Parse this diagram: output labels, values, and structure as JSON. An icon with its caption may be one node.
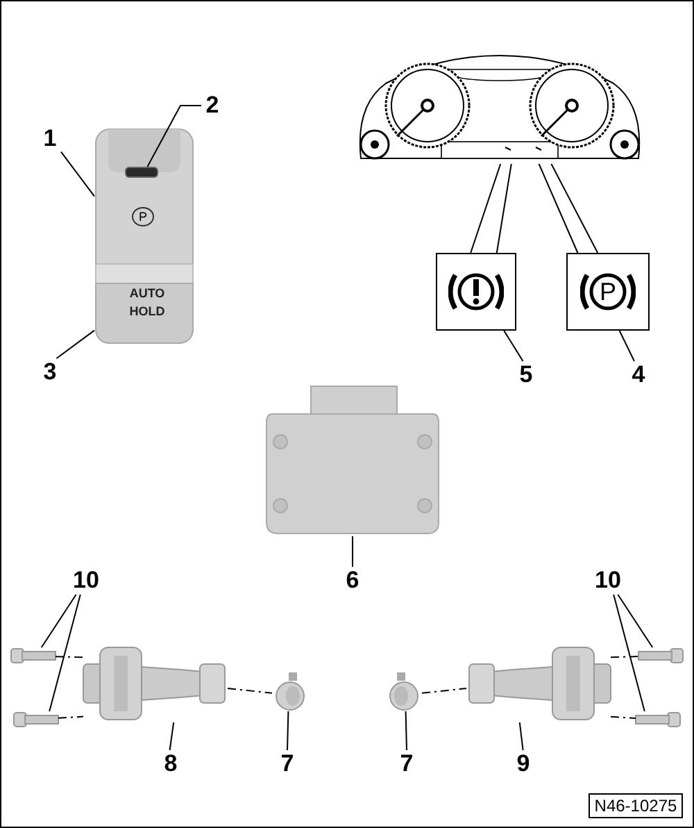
{
  "diagram": {
    "nodes": [
      {
        "text": [
          "1"
        ]
      },
      {
        "text": [
          "2"
        ]
      },
      {
        "text": [
          "3"
        ]
      },
      {
        "text": [],
        "shape": "picture"
      },
      {
        "text": [],
        "shape": "bar",
        "in": 3
      },
      {
        "text": [],
        "shape": "picture"
      },
      {
        "text": [],
        "shape": "box"
      },
      {
        "text": [
          "P"
        ]
      },
      {
        "text": [
          "5"
        ]
      },
      {
        "text": [
          "4"
        ]
      },
      {
        "text": [],
        "shape": "picture"
      },
      {
        "text": [
          "6"
        ]
      },
      {
        "text": [
          "10"
        ]
      },
      {
        "text": [],
        "shape": "picture"
      },
      {
        "text": [],
        "shape": "picture"
      },
      {
        "text": [],
        "shape": "picture"
      },
      {
        "text": [
          "8"
        ]
      },
      {
        "text": [],
        "shape": "picture"
      },
      {
        "text": [
          "7"
        ]
      },
      {
        "text": [
          "7"
        ]
      },
      {
        "text": [],
        "shape": "picture"
      },
      {
        "text": [],
        "shape": "picture"
      },
      {
        "text": [
          "9"
        ]
      },
      {
        "text": [
          "10"
        ]
      },
      {
        "text": [],
        "shape": "picture"
      },
      {
        "text": [],
        "shape": "picture"
      }
    ],
    "edges": [
      {
        "from": 0,
        "to": 3,
        "arrow": "none"
      },
      {
        "from": 1,
        "to": 4,
        "arrow": "none"
      },
      {
        "from": 2,
        "to": 3,
        "arrow": "none"
      },
      {
        "from": 5,
        "to": 6,
        "arrow": "none"
      },
      {
        "from": 5,
        "to": 6,
        "arrow": "none"
      },
      {
        "from": 5,
        "to": 7,
        "arrow": "none"
      },
      {
        "from": 5,
        "to": 7,
        "arrow": "none"
      },
      {
        "from": 8,
        "to": 6,
        "arrow": "none"
      },
      {
        "from": 9,
        "to": 7,
        "arrow": "none"
      },
      {
        "from": 11,
        "to": 10,
        "arrow": "none"
      },
      {
        "from": 12,
        "to": 13,
        "arrow": "none"
      },
      {
        "from": 12,
        "to": 14,
        "arrow": "none"
      },
      {
        "from": 16,
        "to": 15,
        "arrow": "none"
      },
      {
        "from": 18,
        "to": 17,
        "arrow": "none"
      },
      {
        "from": 19,
        "to": 20,
        "arrow": "none"
      },
      {
        "from": 22,
        "to": 21,
        "arrow": "none"
      },
      {
        "from": 23,
        "to": 24,
        "arrow": "none"
      },
      {
        "from": 23,
        "to": 25,
        "arrow": "none"
      },
      {
        "from": 13,
        "to": 15,
        "arrow": "none",
        "style": "dashed"
      },
      {
        "from": 14,
        "to": 15,
        "arrow": "none",
        "style": "dashed"
      },
      {
        "from": 15,
        "to": 17,
        "arrow": "none",
        "style": "dashed"
      },
      {
        "from": 20,
        "to": 21,
        "arrow": "none",
        "style": "dashed"
      },
      {
        "from": 21,
        "to": 24,
        "arrow": "none",
        "style": "dashed"
      },
      {
        "from": 21,
        "to": 25,
        "arrow": "none",
        "style": "dashed"
      }
    ],
    "labels": [
      "P",
      "AUTO HOLD",
      "N46-10275"
    ]
  }
}
